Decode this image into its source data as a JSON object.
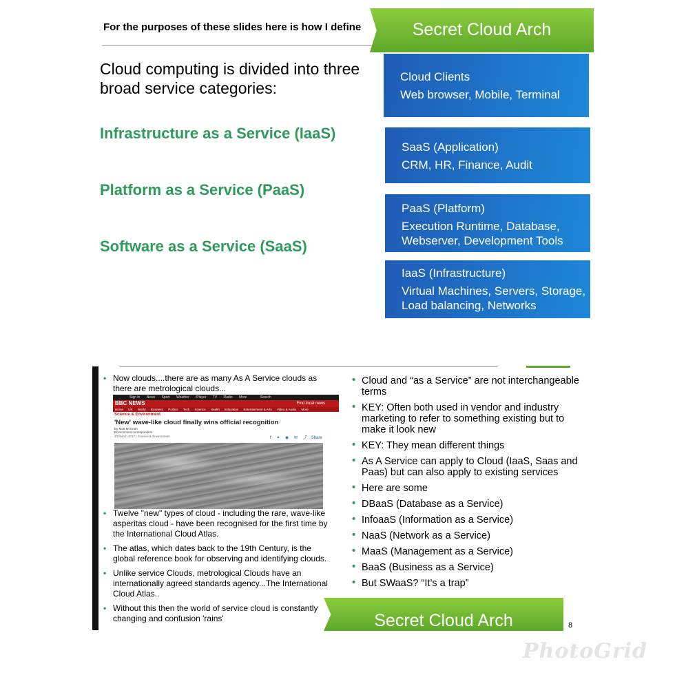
{
  "slide1": {
    "header": "For the purposes of these slides here is how I define",
    "banner": "Secret Cloud Arch",
    "intro": "Cloud computing is divided into three broad service categories:",
    "categories": [
      "Infrastructure as a Service (IaaS)",
      "Platform as a Service (PaaS)",
      "Software as a Service (SaaS)"
    ],
    "layers": [
      {
        "title": "Cloud Clients",
        "desc": "Web browser, Mobile, Terminal"
      },
      {
        "title": "SaaS (Application)",
        "desc": "CRM, HR, Finance, Audit"
      },
      {
        "title": "PaaS (Platform)",
        "desc": "Execution Runtime, Database, Webserver, Development Tools"
      },
      {
        "title": "IaaS (Infrastructure)",
        "desc": "Virtual Machines, Servers, Storage, Load balancing, Networks"
      }
    ],
    "colors": {
      "banner_green": "#6cb42f",
      "category_green": "#2e9a5b",
      "layer_blue": "#1f6fc8"
    }
  },
  "slide2": {
    "left_intro": "Now clouds....there are as many As A Service clouds as there are metrological clouds...",
    "bbc": {
      "topbar": [
        "Sign in",
        "News",
        "Sport",
        "Weather",
        "iPlayer",
        "TV",
        "Radio",
        "More",
        "Search"
      ],
      "brand": "BBC NEWS",
      "local": "Find local news",
      "nav": [
        "Home",
        "UK",
        "World",
        "Business",
        "Politics",
        "Tech",
        "Science",
        "Health",
        "Education",
        "Entertainment & Arts",
        "Video & Audio",
        "More"
      ],
      "section": "Science & Environment",
      "headline": "'New' wave-like cloud finally wins official recognition",
      "byline": "By Matt McGrath",
      "byline_role": "Environment correspondent",
      "date": "23 March 2017",
      "date_section": "Science & Environment",
      "share": "Share"
    },
    "left_bullets": [
      "Twelve \"new\" types of cloud - including the rare, wave-like asperitas cloud - have been recognised for the first time by the International Cloud Atlas.",
      "The atlas, which dates back to the 19th Century, is the global reference book for observing and identifying clouds.",
      "Unlike service Clouds, metrological Clouds have an internationally agreed standards agency...The International Cloud Atlas..",
      "Without this then the world of service cloud is constantly changing and confusion 'rains'"
    ],
    "right_bullets": [
      "Cloud and “as a Service” are not interchangeable terms",
      "KEY: Often both used in vendor and industry marketing to refer to something existing but to make it look new",
      "KEY: They mean different things",
      "As A Service can apply to Cloud (IaaS, Saas and Paas) but can also apply to existing services",
      "Here are some",
      "DBaaS (Database as a Service)",
      "InfoaaS (Information as a Service)",
      "NaaS (Network as a Service)",
      "MaaS (Management as a Service)",
      "BaaS (Business as a Service)",
      "But SWaaS? “It’s a trap”"
    ],
    "banner": "Secret Cloud Arch",
    "page_number": "8"
  },
  "watermark": "PhotoGrid"
}
